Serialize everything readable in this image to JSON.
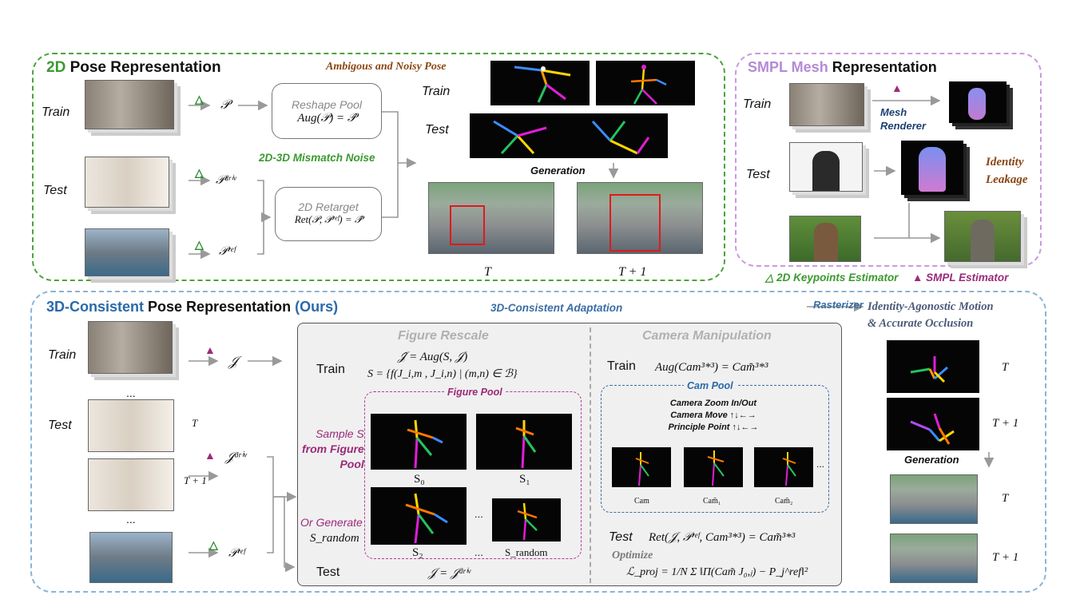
{
  "top_left": {
    "title_accent": "2D",
    "title_rest": "Pose Representation",
    "ambiguous_label": "Ambigous and Noisy Pose",
    "train_label": "Train",
    "test_label": "Test",
    "reshape_pool": "Reshape Pool",
    "reshape_formula": "Aug(𝒫) = 𝒫̂",
    "mismatch_label": "2D-3D Mismatch Noise",
    "retarget": "2D Retarget",
    "retarget_formula": "Ret(𝒫, 𝒫ʳᵉᶠ) = 𝒫̂",
    "p_train": "𝒫",
    "p_driv": "𝒫ᵈʳⁱᵛ",
    "p_ref": "𝒫ʳᵉᶠ",
    "train_right": "Train",
    "test_right": "Test",
    "generation": "Generation",
    "t_label": "T",
    "t1_label": "T + 1",
    "keypoints_legend": "2D Keypoints Estimator",
    "smpl_legend": "SMPL Estimator"
  },
  "top_right": {
    "title_accent": "SMPL Mesh",
    "title_rest": "Representation",
    "train_label": "Train",
    "test_label": "Test",
    "mesh_renderer_1": "Mesh",
    "mesh_renderer_2": "Renderer",
    "identity_1": "Identity",
    "identity_2": "Leakage"
  },
  "bottom": {
    "title_accent": "3D-Consistent",
    "title_rest": "Pose Representation",
    "title_ours": "(Ours)",
    "adaptation": "3D-Consistent Adaptation",
    "rasterizer": "Rasterizer",
    "right_title_1": "Identity-Agonostic Motion",
    "right_title_2": "& Accurate Occlusion",
    "train_label": "Train",
    "test_label": "Test",
    "ellipsis": "...",
    "j_train": "𝒥",
    "j_driv": "𝒥ᵈʳⁱᵛ",
    "p_ref": "𝒫ʳᵉᶠ",
    "t_label": "T",
    "t1_label": "T + 1",
    "figure_rescale": "Figure Rescale",
    "camera_manipulation": "Camera Manipulation",
    "fr_train": "Train",
    "fr_formula1": "𝒥̂ = Aug(S, 𝒥)",
    "fr_formula2": "S = {f(J_i,m , J_i,n) | (m,n) ∈ ℬ}",
    "figure_pool": "Figure Pool",
    "sample_1": "Sample S",
    "sample_2": "from Figure",
    "sample_3": "Pool",
    "or_generate": "Or Generate",
    "s_random": "S_random",
    "s0": "S₀",
    "s1": "S₁",
    "s2": "S₂",
    "srandom": "S_random",
    "dots": "...",
    "fr_test": "Test",
    "fr_test_formula": "𝒥 = 𝒥ᵈʳⁱᵛ",
    "cm_train": "Train",
    "cm_formula": "Aug(Cam³*³) = Cam̃³*³",
    "cam_pool": "Cam Pool",
    "cam_zoom": "Camera Zoom In/Out",
    "cam_move": "Camera Move ↑↓←→",
    "principle_point": "Principle Point ↑↓←→",
    "cam": "Cam",
    "cam1": "Cam̃₁",
    "cam2": "Cam̃₂",
    "cm_test": "Test",
    "cm_test_formula": "Ret(𝒥, 𝒫ʳᵉᶠ, Cam³*³) = Cam̃³*³",
    "optimize": "Optimize",
    "loss": "ℒ_proj = 1/N Σ ‖Π(Cam̃ J₀,ⱼ) − P_j^ref‖²",
    "generation": "Generation",
    "rt_T": "T",
    "rt_T1": "T + 1",
    "rb_T": "T",
    "rb_T1": "T + 1"
  },
  "colors": {
    "green": "#3a9a2e",
    "purple": "#b98ad6",
    "blue": "#6a9ec9",
    "brown": "#8b4513",
    "magenta": "#9b2a7a"
  }
}
